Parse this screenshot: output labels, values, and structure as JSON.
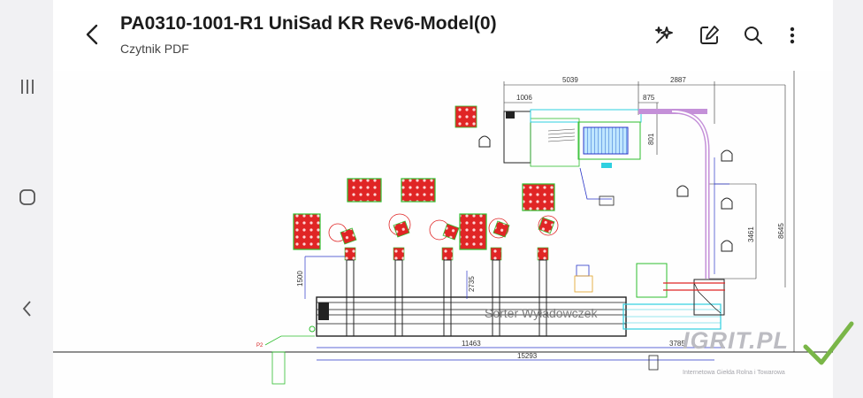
{
  "header": {
    "title": "PA0310-1001-R1 UniSad KR Rev6-Model(0)",
    "subtitle": "Czytnik PDF"
  },
  "toolbar": {
    "icons": [
      "sparkle-edit-icon",
      "edit-icon",
      "search-icon",
      "more-vertical-icon"
    ]
  },
  "system_nav": {
    "icons": [
      "recent-apps-icon",
      "home-icon",
      "back-icon"
    ]
  },
  "drawing": {
    "dimensions": {
      "d1006": "1006",
      "d5039": "5039",
      "d2887": "2887",
      "d875": "875",
      "d801": "801",
      "d3461": "3461",
      "d8645": "8645",
      "d1500": "1500",
      "d2735": "2735",
      "d11463": "11463",
      "d15293": "15293",
      "d3785": "3785"
    },
    "label_sorter": "Sorter Wyładowczek",
    "label_p2": "P2"
  },
  "watermark": {
    "logo": "IGRIT.PL",
    "tagline": "Internetowa Giełda Rolna i Towarowa"
  },
  "colors": {
    "dim_red": "#d42020",
    "pallet_red": "#e02525",
    "pallet_green": "#2fbf2f",
    "conveyor_cyan": "#2fd0e0",
    "track_violet": "#c490d8",
    "line_blue": "#2a36c8",
    "wm_check": "#7ab648"
  }
}
